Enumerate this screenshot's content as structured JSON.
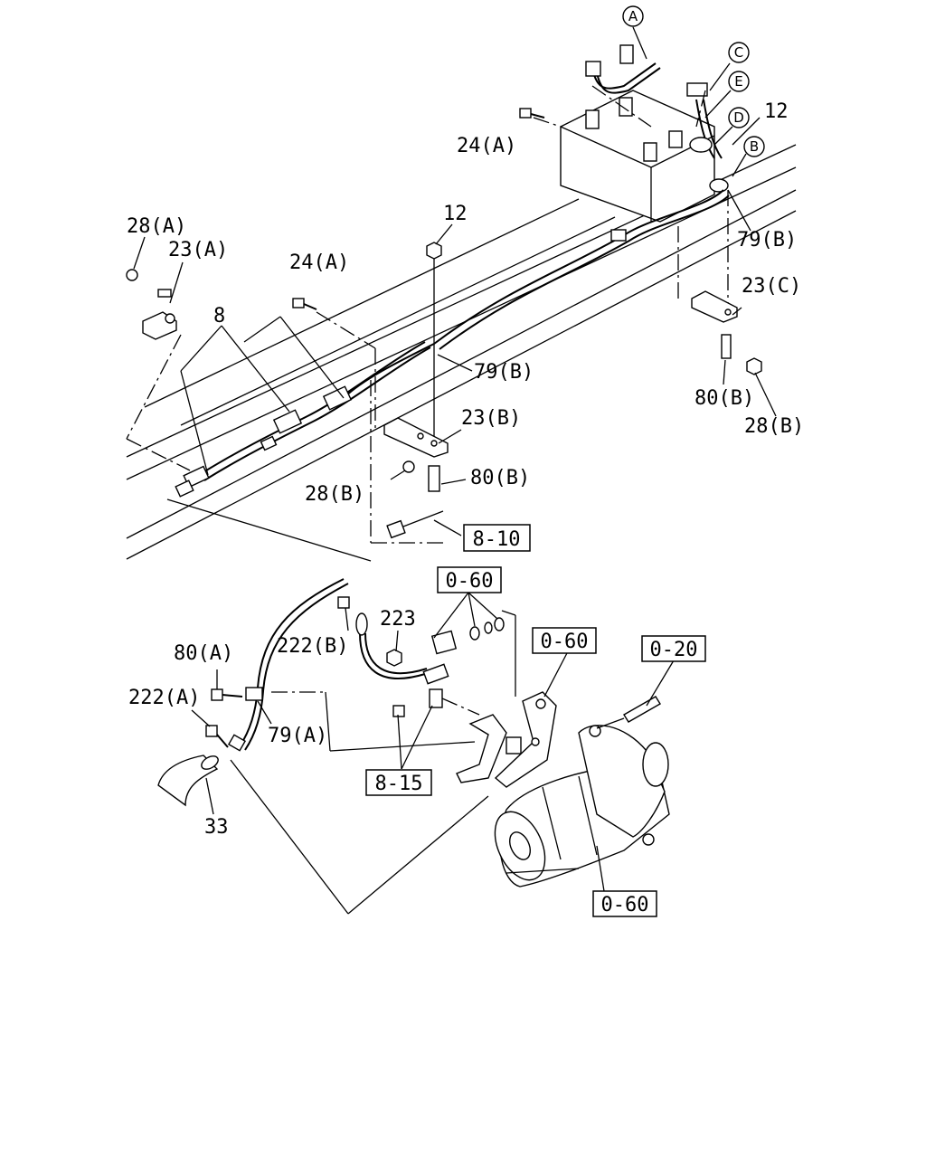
{
  "callouts": {
    "A": "A",
    "B": "B",
    "C": "C",
    "D": "D",
    "E": "E"
  },
  "labels": {
    "l_12_top": "12",
    "l_24a_top": "24(A)",
    "l_79b_right": "79(B)",
    "l_12_mid": "12",
    "l_28a": "28(A)",
    "l_23a": "23(A)",
    "l_24a_mid": "24(A)",
    "l_8": "8",
    "l_23c": "23(C)",
    "l_79b_mid": "79(B)",
    "l_80b_right": "80(B)",
    "l_28b_right": "28(B)",
    "l_23b": "23(B)",
    "l_28b_mid": "28(B)",
    "l_80b_mid": "80(B)",
    "l_223": "223",
    "l_222b": "222(B)",
    "l_80a": "80(A)",
    "l_222a": "222(A)",
    "l_79a": "79(A)",
    "l_33": "33"
  },
  "boxed_refs": {
    "ref_8_10": "8-10",
    "ref_0_60_a": "0-60",
    "ref_0_60_b": "0-60",
    "ref_0_20": "0-20",
    "ref_8_15": "8-15",
    "ref_0_60_c": "0-60"
  }
}
